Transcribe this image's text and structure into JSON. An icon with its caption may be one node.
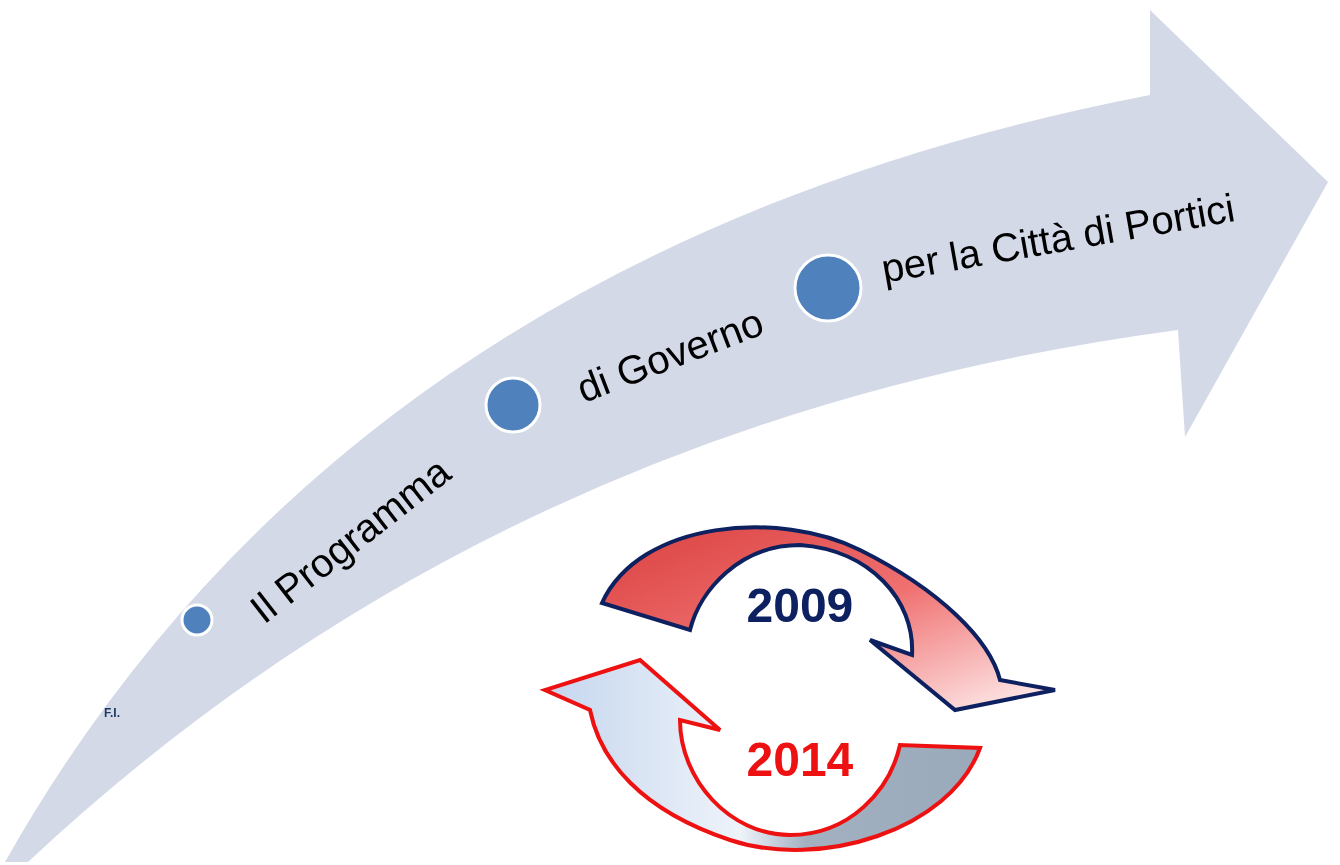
{
  "diagram": {
    "labels": [
      "Il Programma",
      "di Governo",
      "per la Città di Portici",
      "F.I.",
      "2009",
      "2014"
    ]
  }
}
